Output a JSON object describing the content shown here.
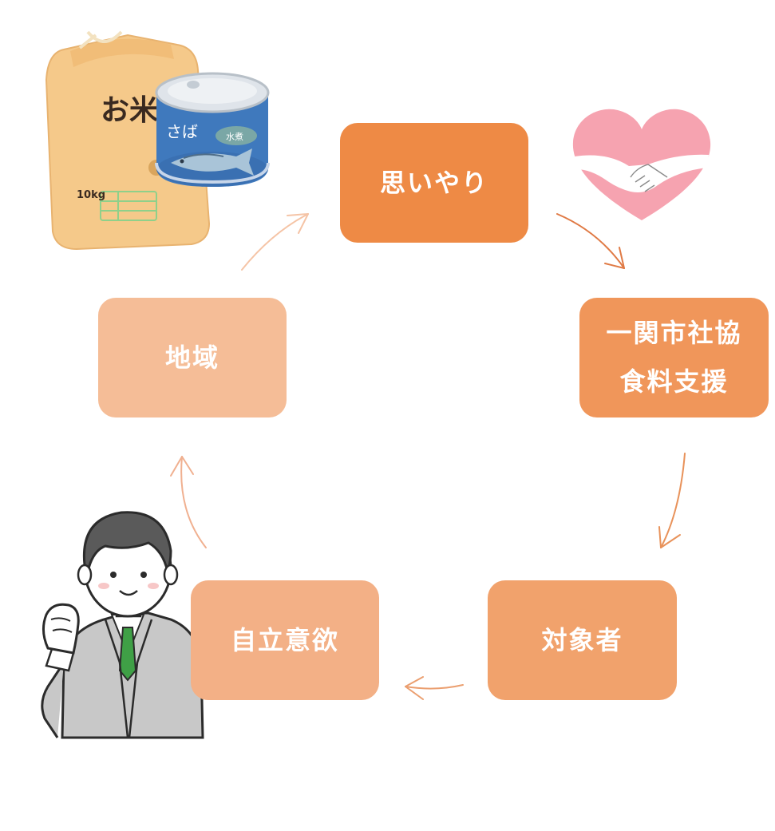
{
  "nodes": {
    "omoiyari": "思いやり",
    "ichinoseki_line1": "一関市社協",
    "ichinoseki_line2": "食料支援",
    "taishosha": "対象者",
    "jiritsu": "自立意欲",
    "chiiki": "地域"
  },
  "illustrations": {
    "rice_bag_label": "お米",
    "rice_bag_weight": "10kg",
    "can_label": "さば",
    "can_badge": "水煮",
    "icons": [
      "rice-bag-icon",
      "mackerel-can-icon",
      "heart-handshake-icon",
      "businessman-icon"
    ]
  },
  "colors": {
    "node1": "#ee8a45",
    "node2": "#f0965a",
    "node3": "#f1a26c",
    "node4": "#f3b086",
    "node5": "#f5bd97"
  }
}
